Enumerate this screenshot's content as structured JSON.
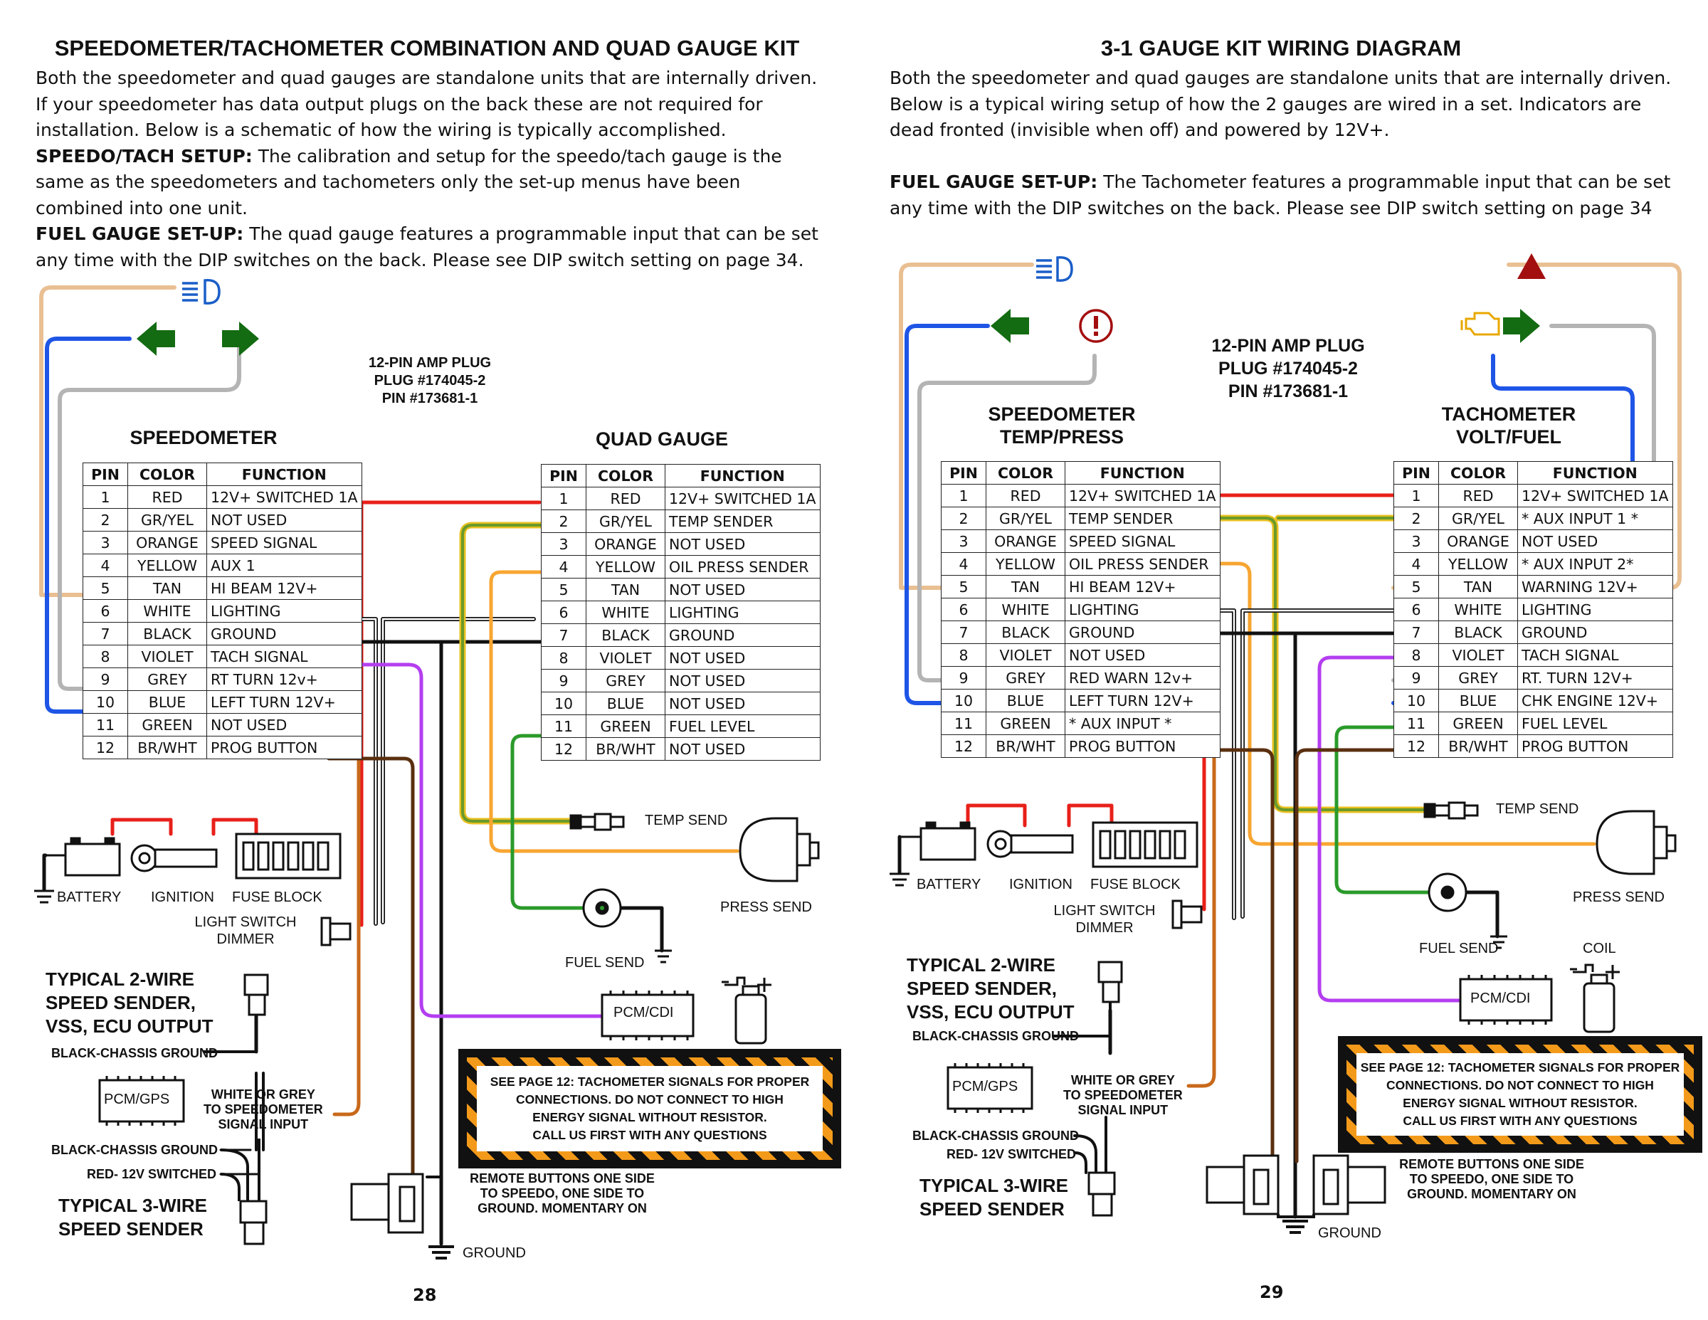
{
  "pages": [
    {
      "title": "SPEEDOMETER/TACHOMETER COMBINATION  AND QUAD GAUGE KIT",
      "intro": "Both the speedometer and quad gauges are standalone units that are internally driven.  If your speedometer has data output plugs on the back these are not required for installation.  Below is a schematic of how the wiring is typically accomplished.",
      "setup1_label": "SPEEDO/TACH SETUP:",
      "setup1_text": " The calibration and setup for the speedo/tach gauge is the same as the speedometers and tachometers only the set-up menus have been combined into one unit.",
      "setup2_label": "FUEL GAUGE SET-UP:",
      "setup2_text": " The quad gauge features a programmable input that can be set any time with the DIP switches on the back.  Please see DIP switch setting on page 34.",
      "plug_lines": [
        "12-PIN AMP PLUG",
        "PLUG #174045-2",
        "PIN #173681-1"
      ],
      "table_headers": [
        "PIN",
        "COLOR",
        "FUNCTION"
      ],
      "gauge_a": {
        "title": "SPEEDOMETER",
        "rows": [
          [
            "1",
            "RED",
            "12V+ SWITCHED 1A"
          ],
          [
            "2",
            "GR/YEL",
            "NOT USED"
          ],
          [
            "3",
            "ORANGE",
            "SPEED SIGNAL"
          ],
          [
            "4",
            "YELLOW",
            "AUX 1"
          ],
          [
            "5",
            "TAN",
            "HI BEAM 12V+"
          ],
          [
            "6",
            "WHITE",
            "LIGHTING"
          ],
          [
            "7",
            "BLACK",
            "GROUND"
          ],
          [
            "8",
            "VIOLET",
            "TACH SIGNAL"
          ],
          [
            "9",
            "GREY",
            "RT TURN 12v+"
          ],
          [
            "10",
            "BLUE",
            "LEFT TURN 12V+"
          ],
          [
            "11",
            "GREEN",
            "NOT USED"
          ],
          [
            "12",
            "BR/WHT",
            "PROG BUTTON"
          ]
        ]
      },
      "gauge_b": {
        "title": "QUAD GAUGE",
        "rows": [
          [
            "1",
            "RED",
            "12V+ SWITCHED 1A"
          ],
          [
            "2",
            "GR/YEL",
            "TEMP SENDER"
          ],
          [
            "3",
            "ORANGE",
            "NOT USED"
          ],
          [
            "4",
            "YELLOW",
            "OIL PRESS SENDER"
          ],
          [
            "5",
            "TAN",
            "NOT USED"
          ],
          [
            "6",
            "WHITE",
            "LIGHTING"
          ],
          [
            "7",
            "BLACK",
            "GROUND"
          ],
          [
            "8",
            "VIOLET",
            "NOT USED"
          ],
          [
            "9",
            "GREY",
            "NOT USED"
          ],
          [
            "10",
            "BLUE",
            "NOT USED"
          ],
          [
            "11",
            "GREEN",
            "FUEL LEVEL"
          ],
          [
            "12",
            "BR/WHT",
            "NOT USED"
          ]
        ]
      },
      "labels": {
        "battery": "BATTERY",
        "ignition": "IGNITION",
        "fuse_block": "FUSE BLOCK",
        "light_switch": "LIGHT SWITCH",
        "dimmer": "DIMMER",
        "temp_send": "TEMP SEND",
        "press_send": "PRESS SEND",
        "fuel_send": "FUEL SEND",
        "pcm_cdi": "PCM/CDI",
        "pcm_gps": "PCM/GPS",
        "ground": "GROUND",
        "two_wire": [
          "TYPICAL 2-WIRE",
          "SPEED SENDER,",
          "VSS, ECU OUTPUT"
        ],
        "black_chassis": "BLACK-CHASSIS GROUND",
        "white_grey": [
          "WHITE OR GREY",
          "TO SPEEDOMETER",
          "SIGNAL INPUT"
        ],
        "red_12v": "RED- 12V SWITCHED",
        "three_wire": [
          "TYPICAL 3-WIRE",
          "SPEED SENDER"
        ],
        "remote": [
          "REMOTE BUTTONS ONE SIDE",
          "TO SPEEDO, ONE SIDE TO",
          "GROUND.  MOMENTARY ON"
        ]
      },
      "warning": [
        "SEE PAGE 12: TACHOMETER SIGNALS FOR PROPER",
        "CONNECTIONS.  DO NOT CONNECT TO HIGH",
        "ENERGY SIGNAL WITHOUT RESISTOR.",
        "CALL US FIRST WITH ANY QUESTIONS"
      ],
      "page_number": "28"
    },
    {
      "title": "3-1 GAUGE KIT WIRING DIAGRAM",
      "intro": "Both the speedometer and quad gauges are standalone units that are internally driven.  Below is a typical wiring setup of how the 2 gauges are  wired in a set.  Indicators are dead fronted (invisible when off) and powered by 12V+.",
      "setup2_label": "FUEL GAUGE SET-UP:",
      "setup2_text": " The Tachometer features a programmable input that can be set any time with the DIP switches on the back.  Please see DIP switch setting on page 34",
      "plug_lines": [
        "12-PIN AMP PLUG",
        "PLUG #174045-2",
        "PIN #173681-1"
      ],
      "table_headers": [
        "PIN",
        "COLOR",
        "FUNCTION"
      ],
      "gauge_a": {
        "title": [
          "SPEEDOMETER",
          "TEMP/PRESS"
        ],
        "rows": [
          [
            "1",
            "RED",
            "12V+ SWITCHED 1A"
          ],
          [
            "2",
            "GR/YEL",
            "TEMP SENDER"
          ],
          [
            "3",
            "ORANGE",
            "SPEED SIGNAL"
          ],
          [
            "4",
            "YELLOW",
            "OIL PRESS SENDER"
          ],
          [
            "5",
            "TAN",
            "HI BEAM 12V+"
          ],
          [
            "6",
            "WHITE",
            "LIGHTING"
          ],
          [
            "7",
            "BLACK",
            "GROUND"
          ],
          [
            "8",
            "VIOLET",
            "NOT USED"
          ],
          [
            "9",
            "GREY",
            "RED WARN 12v+"
          ],
          [
            "10",
            "BLUE",
            "LEFT TURN 12V+"
          ],
          [
            "11",
            "GREEN",
            "* AUX INPUT  *"
          ],
          [
            "12",
            "BR/WHT",
            "PROG BUTTON"
          ]
        ]
      },
      "gauge_b": {
        "title": [
          "TACHOMETER",
          "VOLT/FUEL"
        ],
        "rows": [
          [
            "1",
            "RED",
            "12V+ SWITCHED 1A"
          ],
          [
            "2",
            "GR/YEL",
            "* AUX INPUT 1 *"
          ],
          [
            "3",
            "ORANGE",
            "NOT USED"
          ],
          [
            "4",
            "YELLOW",
            "* AUX INPUT 2*"
          ],
          [
            "5",
            "TAN",
            "WARNING 12V+"
          ],
          [
            "6",
            "WHITE",
            "LIGHTING"
          ],
          [
            "7",
            "BLACK",
            "GROUND"
          ],
          [
            "8",
            "VIOLET",
            "TACH SIGNAL"
          ],
          [
            "9",
            "GREY",
            "RT. TURN 12V+"
          ],
          [
            "10",
            "BLUE",
            "CHK ENGINE 12V+"
          ],
          [
            "11",
            "GREEN",
            "FUEL LEVEL"
          ],
          [
            "12",
            "BR/WHT",
            "PROG BUTTON"
          ]
        ]
      },
      "labels": {
        "battery": "BATTERY",
        "ignition": "IGNITION",
        "fuse_block": "FUSE BLOCK",
        "light_switch": "LIGHT SWITCH",
        "dimmer": "DIMMER",
        "temp_send": "TEMP SEND",
        "press_send": "PRESS SEND",
        "fuel_send": "FUEL SEND",
        "coil": "COIL",
        "pcm_cdi": "PCM/CDI",
        "pcm_gps": "PCM/GPS",
        "ground": "GROUND",
        "two_wire": [
          "TYPICAL 2-WIRE",
          "SPEED SENDER,",
          "VSS, ECU OUTPUT"
        ],
        "black_chassis": "BLACK-CHASSIS GROUND",
        "white_grey": [
          "WHITE OR GREY",
          "TO SPEEDOMETER",
          "SIGNAL INPUT"
        ],
        "red_12v": "RED- 12V SWITCHED",
        "three_wire": [
          "TYPICAL 3-WIRE",
          "SPEED SENDER"
        ],
        "remote": [
          "REMOTE BUTTONS ONE SIDE",
          "TO SPEEDO, ONE SIDE TO",
          "GROUND.  MOMENTARY ON"
        ]
      },
      "warning": [
        "SEE PAGE 12: TACHOMETER SIGNALS FOR PROPER",
        "CONNECTIONS.  DO NOT CONNECT TO HIGH",
        "ENERGY SIGNAL WITHOUT RESISTOR.",
        "CALL US FIRST WITH ANY QUESTIONS"
      ],
      "page_number": "29"
    }
  ],
  "icons": [
    "hi-beam-icon",
    "left-arrow-icon",
    "right-arrow-icon",
    "warning-circle-icon",
    "warning-triangle-icon",
    "check-engine-icon"
  ],
  "colors": {
    "red": "#e8201a",
    "tan": "#e9bf92",
    "blue": "#1f55e6",
    "grey": "#b4b4b4",
    "orange": "#c8691a",
    "yellow": "#f7a531",
    "green": "#2a9a2a",
    "grylw_green": "#6a9a2a",
    "grylw_yellow": "#e8c020",
    "violet": "#b43ef0",
    "brown": "#5a3010",
    "black": "#111111",
    "white_wire": "#ffffff",
    "arrow_green": "#136b12",
    "icon_blue": "#1a5ec8",
    "icon_red": "#a30f0f",
    "icon_amber": "#e8a800"
  }
}
